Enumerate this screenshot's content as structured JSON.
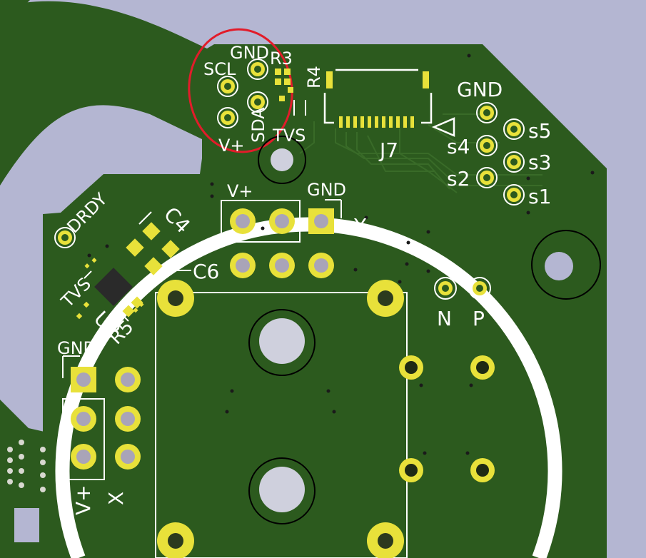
{
  "colors": {
    "background": "#b4b6d2",
    "board": "#2c5a1e",
    "board_dark": "#23491a",
    "track": "#3b6d2a",
    "silkscreen": "#ffffff",
    "pad": "#e8e13a",
    "annotation": "#e21c2a"
  },
  "silkscreen": {
    "scl": "SCL",
    "gnd_top": "GND",
    "r3": "R3",
    "r4": "R4",
    "sda": "SDA",
    "tvs_top": "TVS",
    "vplus_top": "V+",
    "j7": "J7",
    "gnd_right": "GND",
    "s5": "s5",
    "s4": "s4",
    "s3": "s3",
    "s2": "s2",
    "s1": "s1",
    "vplus_mid": "V+",
    "gnd_mid": "GND",
    "y": "Y",
    "c6": "C6",
    "c4": "C4",
    "drdy": "DRDY",
    "tvs_left": "TVS",
    "u2": "U2",
    "r5": "R5",
    "n": "N",
    "p": "P",
    "gnd_left": "GND",
    "vplus_left": "V+",
    "x": "X"
  }
}
